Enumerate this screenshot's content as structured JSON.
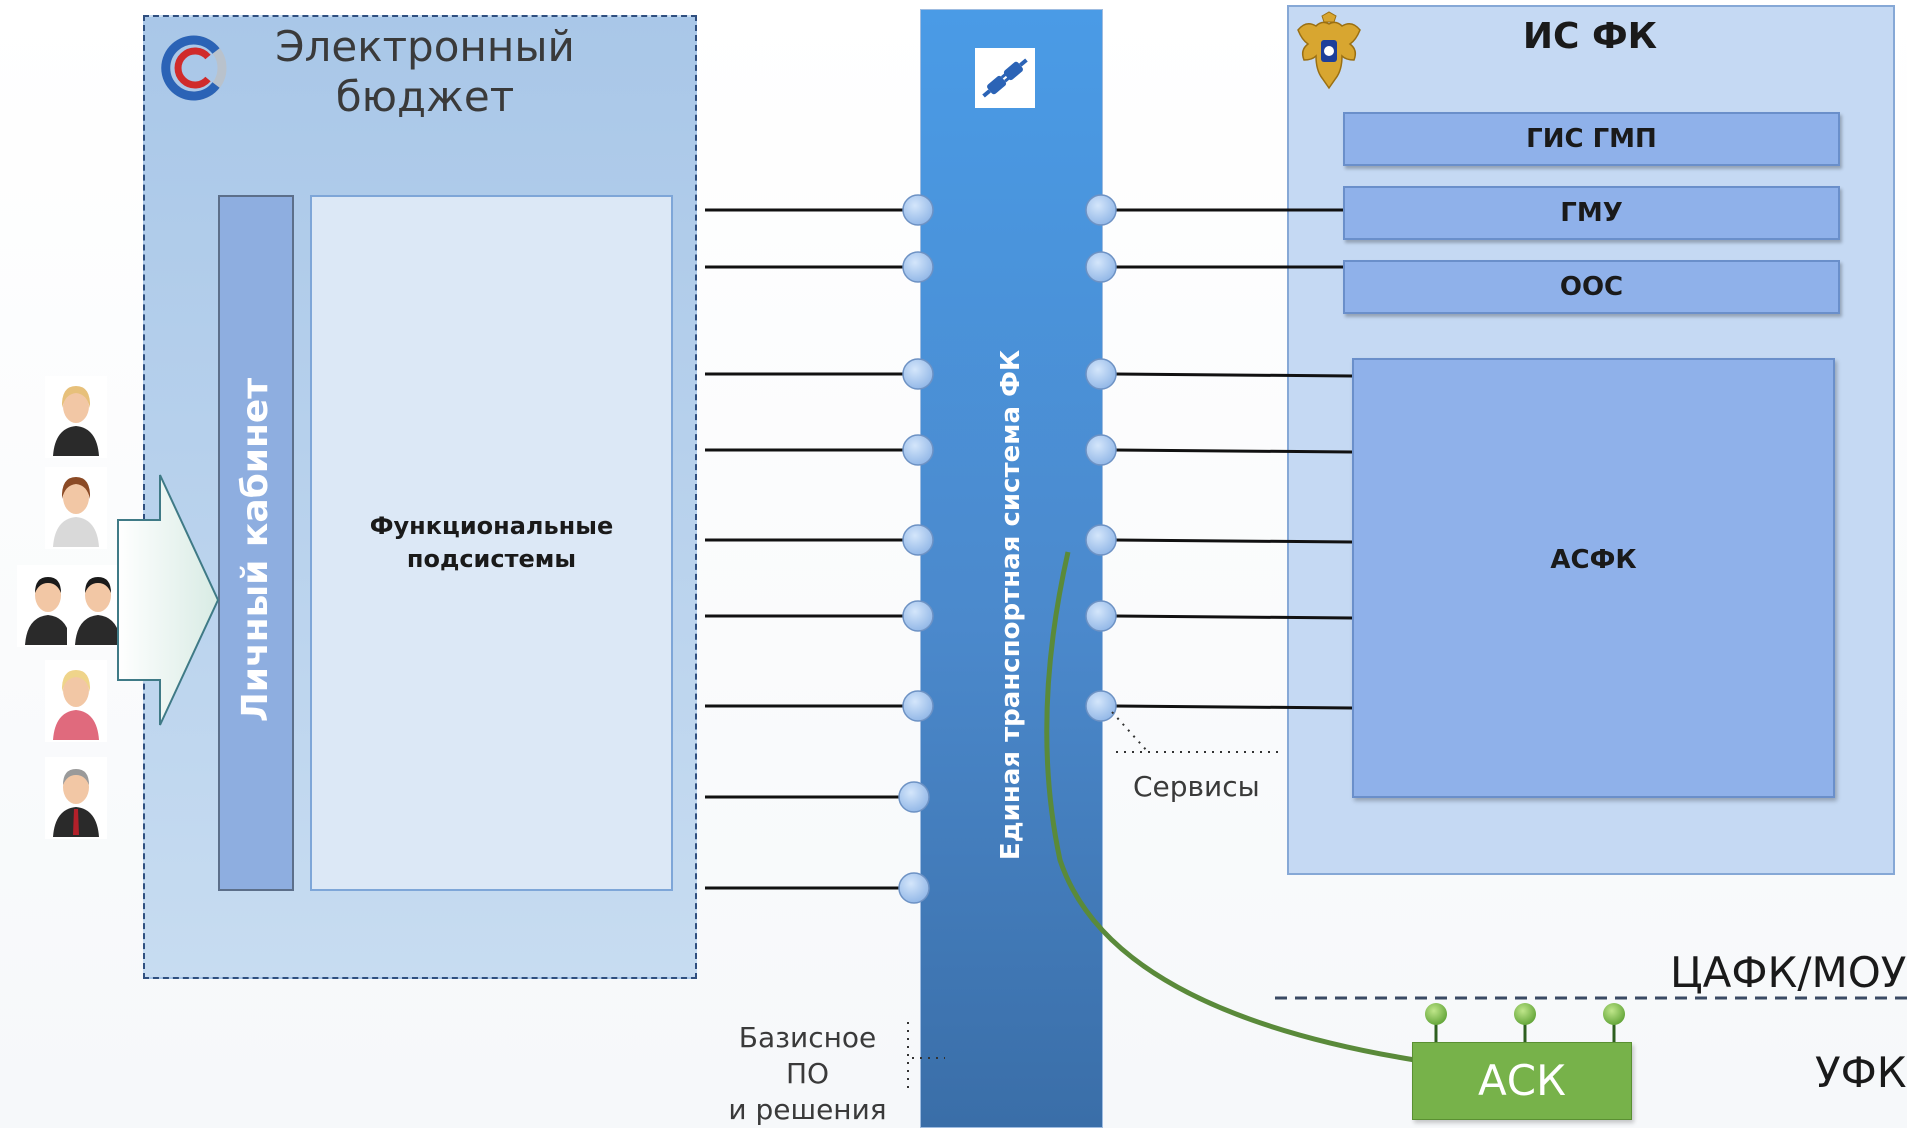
{
  "electronic_budget": {
    "title": "Электронный бюджет"
  },
  "personal_account": {
    "label": "Личный кабинет"
  },
  "functional_subsystems": {
    "label": "Функциональные подсистемы"
  },
  "transport_system": {
    "label": "Единая транспортная система ФК"
  },
  "is_fk": {
    "title": "ИС ФК",
    "subsystems": [
      "ГИС ГМП",
      "ГМУ",
      "ООС"
    ],
    "asfk_label": "АСФК"
  },
  "services_label": "Сервисы",
  "base_software": {
    "line1": "Базисное ПО",
    "line2": "и решения"
  },
  "zones": {
    "cafk_moy": "ЦАФК/МОУ",
    "ufk": "УФК"
  },
  "ask": {
    "label": "АСК"
  },
  "icons": [
    "logo-c-icon",
    "plug-icon",
    "eagle-emblem-icon",
    "user-icon",
    "arrow-icon"
  ],
  "colors": {
    "transport_blue": "#4a8fd8",
    "subsystem_blue": "#8fb1ea",
    "ask_green": "#77b24a",
    "connector_green": "#5a8a3a"
  }
}
